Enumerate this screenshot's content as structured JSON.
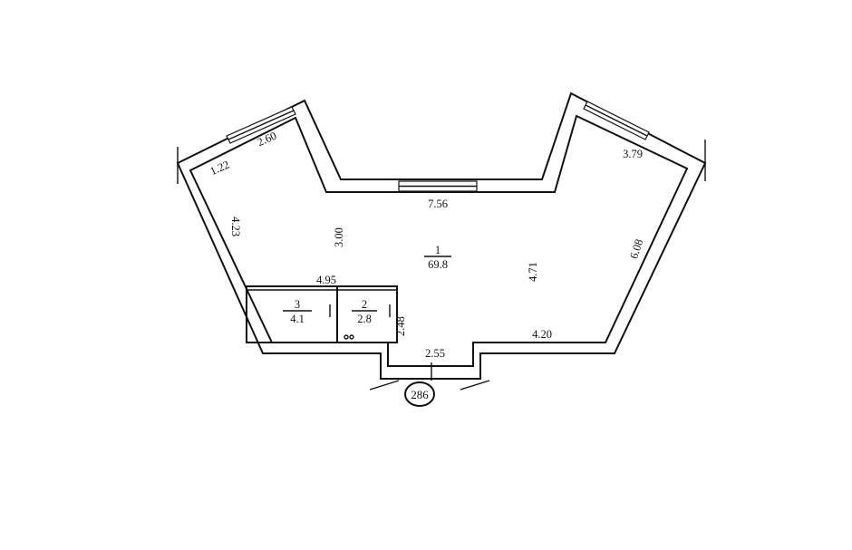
{
  "rooms": [
    {
      "number": "1",
      "area": "69.8"
    },
    {
      "number": "2",
      "area": "2.8"
    },
    {
      "number": "3",
      "area": "4.1"
    }
  ],
  "dimensions": {
    "top_left_wall": "2.60",
    "left_short": "1.22",
    "left_wall": "4.23",
    "top_center": "7.56",
    "left_inner": "3.00",
    "top_right_wall": "3.79",
    "right_wall": "6.08",
    "center_height": "4.71",
    "utility_top": "4.95",
    "utility_height": "2.48",
    "entrance": "2.55",
    "bottom_right": "4.20"
  },
  "unit_tag": "286"
}
